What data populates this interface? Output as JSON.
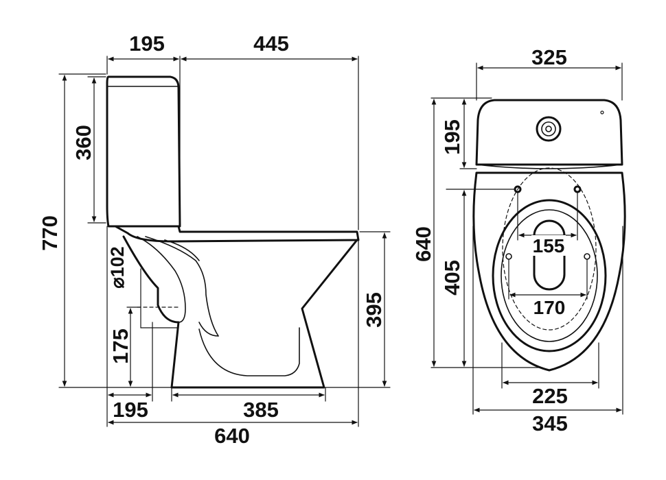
{
  "side_view": {
    "tank_width": "195",
    "bowl_depth": "445",
    "tank_height": "360",
    "total_height": "770",
    "outlet_diameter": "⌀102",
    "outlet_height": "175",
    "seat_height": "395",
    "base_offset": "195",
    "base_length": "385",
    "total_length": "640"
  },
  "top_view": {
    "tank_width": "325",
    "tank_depth": "195",
    "total_depth": "640",
    "bowl_depth": "405",
    "seat_holes_spacing": "155",
    "floor_holes_spacing": "170",
    "bowl_inner_width": "225",
    "bowl_outer_width": "345"
  },
  "colors": {
    "line": "#111111",
    "background": "#ffffff"
  }
}
